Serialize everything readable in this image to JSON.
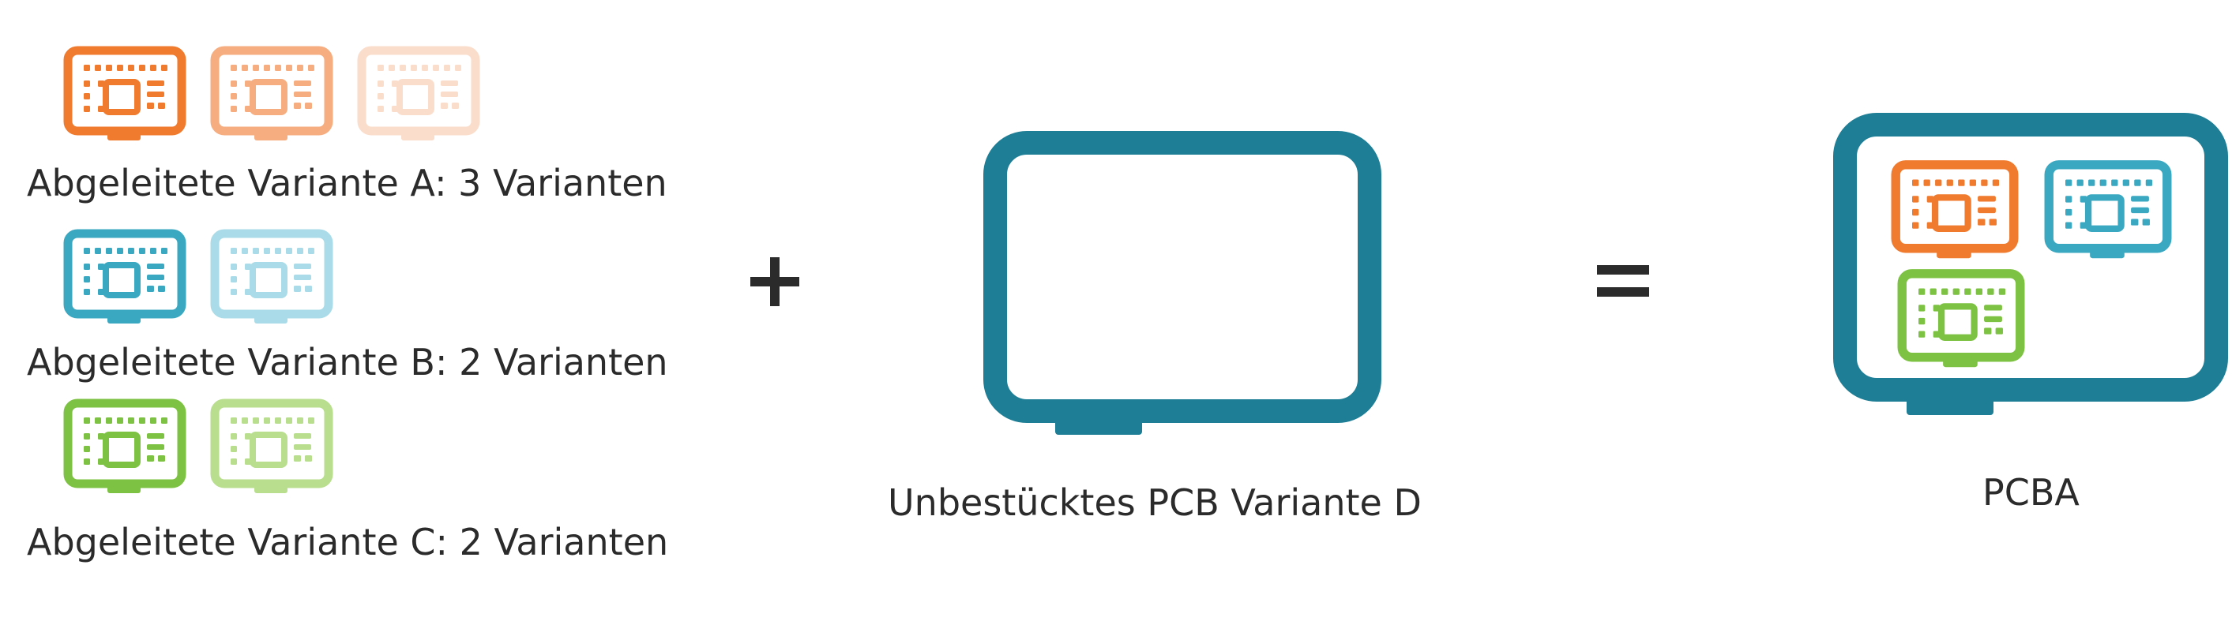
{
  "colors": {
    "orange": "#F07A2E",
    "orange_mid": "#F6AD80",
    "orange_light": "#FBDDCB",
    "blue": "#3BA8C2",
    "blue_light": "#A9DCE8",
    "green": "#7DC242",
    "green_light": "#B8DE8E",
    "board": "#1E7E95",
    "operator": "#2b2b2b"
  },
  "variants": [
    {
      "label": "Abgeleitete Variante A: 3 Varianten",
      "count": 3,
      "color": "orange"
    },
    {
      "label": "Abgeleitete Variante B: 2 Varianten",
      "count": 2,
      "color": "blue"
    },
    {
      "label": "Abgeleitete Variante C: 2 Varianten",
      "count": 2,
      "color": "green"
    }
  ],
  "operators": {
    "plus": "plus-sign",
    "equals": "equals-sign"
  },
  "bare_pcb": {
    "label": "Unbestücktes PCB Variante D",
    "icon": "blank-board-icon"
  },
  "result": {
    "label": "PCBA",
    "icon": "assembled-board-icon"
  }
}
